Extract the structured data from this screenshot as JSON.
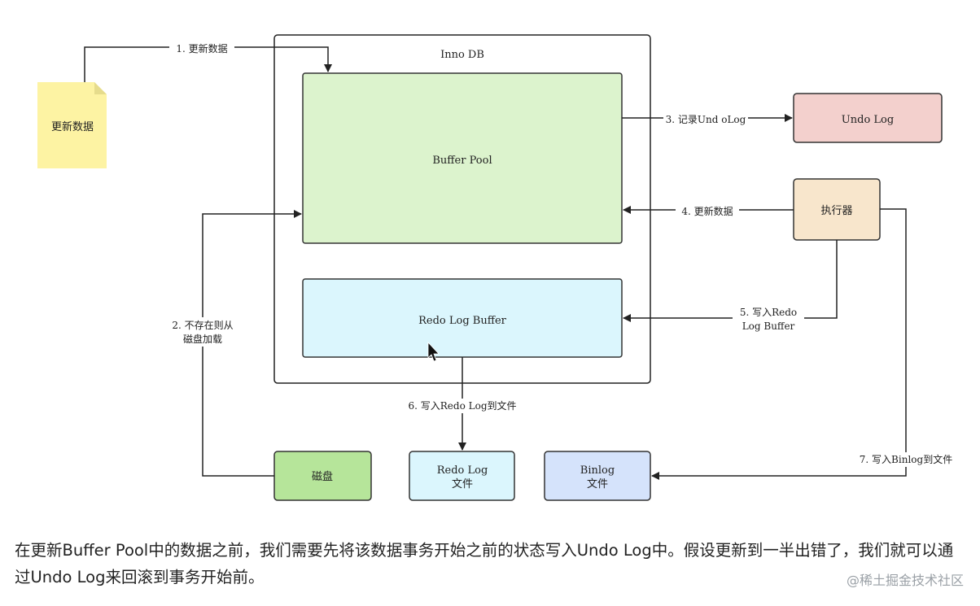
{
  "diagram": {
    "innodb_label": "Inno DB",
    "nodes": {
      "update_note": "更新数据",
      "buffer_pool": "Buffer Pool",
      "redo_log_buffer": "Redo Log Buffer",
      "undo_log": "Undo Log",
      "executor": "执行器",
      "disk": "磁盘",
      "redo_log_file_line1": "Redo Log",
      "redo_log_file_line2": "文件",
      "binlog_file_line1": "Binlog",
      "binlog_file_line2": "文件"
    },
    "edges": {
      "step1": "1. 更新数据",
      "step2_line1": "2. 不存在则从",
      "step2_line2": "磁盘加载",
      "step3": "3. 记录Und oLog",
      "step4": "4. 更新数据",
      "step5_line1": "5. 写入Redo",
      "step5_line2": "Log Buffer",
      "step6": "6. 写入Redo Log到文件",
      "step7": "7. 写入Binlog到文件"
    },
    "colors": {
      "buffer_pool": "#dcf3cd",
      "redo_log_buffer": "#dbf6fd",
      "undo_log": "#f3d0cd",
      "executor": "#f8e6cc",
      "disk": "#b6e59a",
      "redo_log_file": "#dbf6fd",
      "binlog_file": "#d5e3fb",
      "note": "#fdf3a3"
    }
  },
  "paragraph": {
    "text": "在更新Buffer Pool中的数据之前，我们需要先将该数据事务开始之前的状态写入Undo Log中。假设更新到一半出错了，我们就可以通过Undo Log来回滚到事务开始前。"
  },
  "watermark": "@稀土掘金技术社区"
}
